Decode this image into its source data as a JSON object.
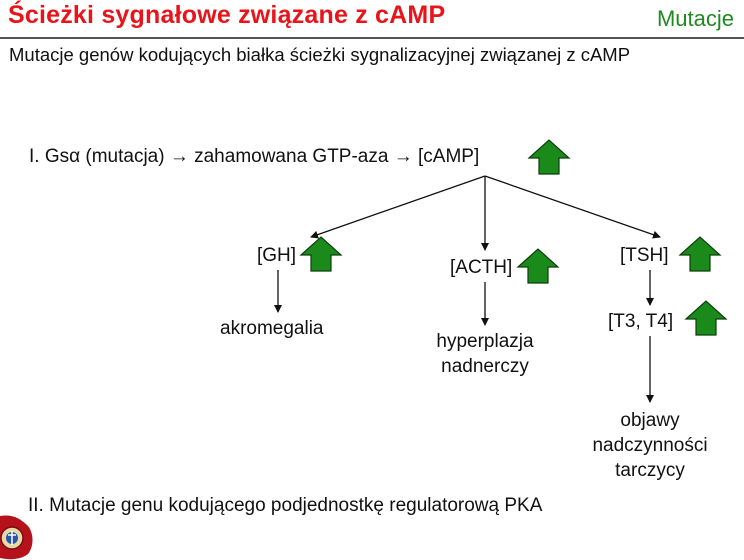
{
  "header": {
    "title": "Ścieżki sygnałowe związane z cAMP",
    "section": "Mutacje",
    "title_color": "#e8141a",
    "section_color": "#1f8a1f"
  },
  "subtitle": "Mutacje genów kodujących białka ścieżki sygnalizacyjnej związanej z cAMP",
  "pathway": {
    "label": "I. Gsα (mutacja)  → zahamowana GTP-aza → [cAMP]",
    "up_arrow_color": "#1a8a1a",
    "up_arrow_icon": "up-arrow-icon"
  },
  "branches": {
    "gh": {
      "label": "[GH]",
      "outcome": "akromegalia"
    },
    "acth": {
      "label": "[ACTH]",
      "outcome_line1": "hyperplazja",
      "outcome_line2": "nadnerczy"
    },
    "tsh": {
      "label": "[TSH]",
      "sub_label": "[T3, T4]",
      "outcome_line1": "objawy",
      "outcome_line2": "nadczynności",
      "outcome_line3": "tarczycy"
    }
  },
  "item_ii": "II. Mutacje genu kodującego podjednostkę regulatorową PKA"
}
